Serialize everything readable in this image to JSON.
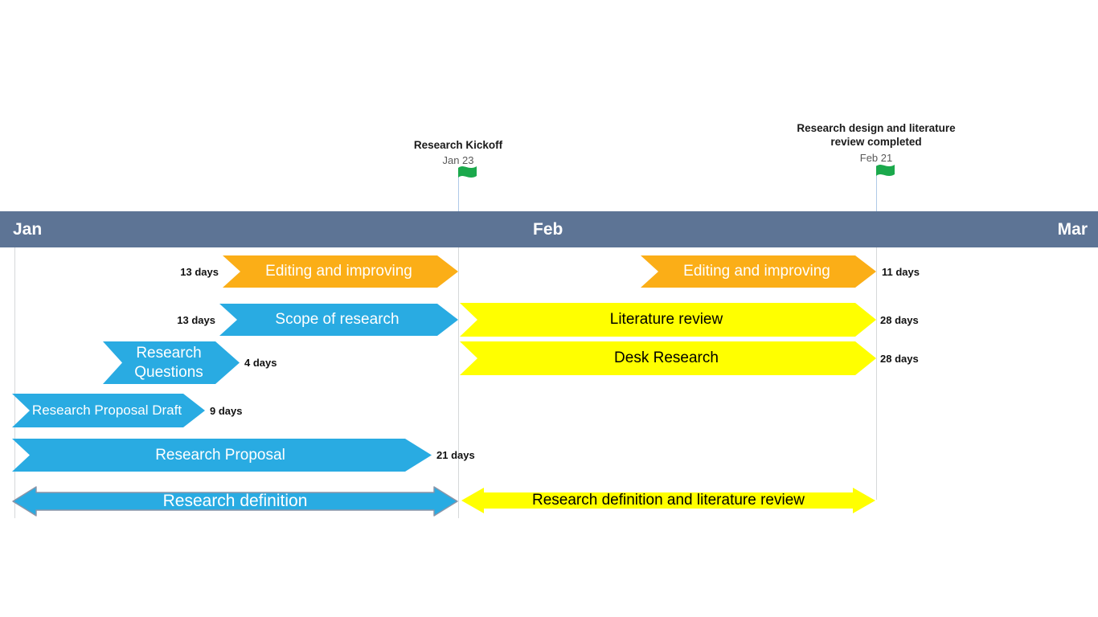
{
  "header": {
    "months": [
      {
        "label": "Jan"
      },
      {
        "label": "Feb"
      },
      {
        "label": "Mar"
      }
    ],
    "bar_color": "#5D7495"
  },
  "milestones": [
    {
      "title": "Research Kickoff",
      "date": "Jan 23"
    },
    {
      "title": "Research design and literature review completed",
      "date": "Feb 21"
    }
  ],
  "tasks": [
    {
      "label": "Editing and improving",
      "duration": "13 days",
      "color": "#FBAE17"
    },
    {
      "label": "Editing and improving",
      "duration": "11 days",
      "color": "#FBAE17"
    },
    {
      "label": "Scope of research",
      "duration": "13 days",
      "color": "#29ABE2"
    },
    {
      "label": "Literature review",
      "duration": "28 days",
      "color": "#FFFF00"
    },
    {
      "label": "Research Questions",
      "duration": "4 days",
      "color": "#29ABE2"
    },
    {
      "label": "Desk Research",
      "duration": "28 days",
      "color": "#FFFF00"
    },
    {
      "label": "Research Proposal Draft",
      "duration": "9 days",
      "color": "#29ABE2"
    },
    {
      "label": "Research Proposal",
      "duration": "21 days",
      "color": "#29ABE2"
    },
    {
      "label": "Research definition",
      "color": "#29ABE2"
    },
    {
      "label": "Research definition and literature review",
      "color": "#FFFF00"
    }
  ],
  "colors": {
    "task_blue": "#29ABE2",
    "task_orange": "#FBAE17",
    "task_yellow": "#FFFF00",
    "header_band": "#5D7495",
    "flag_green": "#1BA94C",
    "milestone_pole": "#AFC9E8",
    "gridline": "#D6D8DA",
    "date_text": "#595959"
  },
  "chart_data": {
    "type": "bar",
    "subtype": "gantt-timeline",
    "title": "",
    "months": [
      "Jan",
      "Feb",
      "Mar"
    ],
    "milestones": [
      {
        "label": "Research Kickoff",
        "date": "Jan 23"
      },
      {
        "label": "Research design and literature review completed",
        "date": "Feb 21"
      }
    ],
    "bars": [
      {
        "name": "Editing and improving",
        "duration_days": 13,
        "color": "#FBAE17",
        "row": 1,
        "ends_at": "Jan 23"
      },
      {
        "name": "Editing and improving",
        "duration_days": 11,
        "color": "#FBAE17",
        "row": 1,
        "ends_at": "Feb 21"
      },
      {
        "name": "Scope of research",
        "duration_days": 13,
        "color": "#29ABE2",
        "row": 2,
        "ends_at": "Jan 23"
      },
      {
        "name": "Literature review",
        "duration_days": 28,
        "color": "#FFFF00",
        "row": 2,
        "ends_at": "Feb 21"
      },
      {
        "name": "Research Questions",
        "duration_days": 4,
        "color": "#29ABE2",
        "row": 3
      },
      {
        "name": "Desk Research",
        "duration_days": 28,
        "color": "#FFFF00",
        "row": 3,
        "ends_at": "Feb 21"
      },
      {
        "name": "Research Proposal Draft",
        "duration_days": 9,
        "color": "#29ABE2",
        "row": 4
      },
      {
        "name": "Research Proposal",
        "duration_days": 21,
        "color": "#29ABE2",
        "row": 5
      }
    ],
    "span_bars": [
      {
        "name": "Research definition",
        "color": "#29ABE2",
        "from": "timeline start",
        "to": "Jan 23"
      },
      {
        "name": "Research definition and literature review",
        "color": "#FFFF00",
        "from": "Jan 23",
        "to": "Feb 21"
      }
    ],
    "legend": "none",
    "grid": "vertical milestone lines only"
  }
}
